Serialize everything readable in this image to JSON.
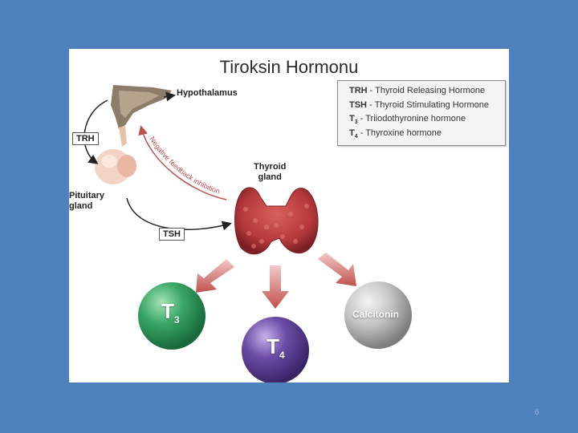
{
  "title": "Tiroksin Hormonu",
  "legend": [
    {
      "abbr": "TRH",
      "sub": "",
      "desc": " - Thyroid Releasing Hormone"
    },
    {
      "abbr": "TSH",
      "sub": "",
      "desc": " - Thyroid Stimulating Hormone"
    },
    {
      "abbr": "T",
      "sub": "3",
      "desc": " - Triiodothyronine hormone"
    },
    {
      "abbr": "T",
      "sub": "4",
      "desc": " - Thyroxine hormone"
    }
  ],
  "labels": {
    "hypothalamus": "Hypothalamus",
    "pituitary_line1": "Pituitary",
    "pituitary_line2": "gland",
    "thyroid_line1": "Thyroid",
    "thyroid_line2": "gland",
    "trh": "TRH",
    "tsh": "TSH",
    "feedback": "Negative feedback inhibition"
  },
  "outputs": {
    "t3_main": "T",
    "t3_sub": "3",
    "t4_main": "T",
    "t4_sub": "4",
    "calcitonin": "Calcitonin"
  },
  "page_number": "6",
  "colors": {
    "background": "#4f81bd",
    "t3_ball": "#3aa866",
    "t4_ball": "#6b4ba6",
    "calcitonin_ball": "#b9b9b9",
    "arrow_red": "#c0504d",
    "thyroid": "#b5383b"
  }
}
